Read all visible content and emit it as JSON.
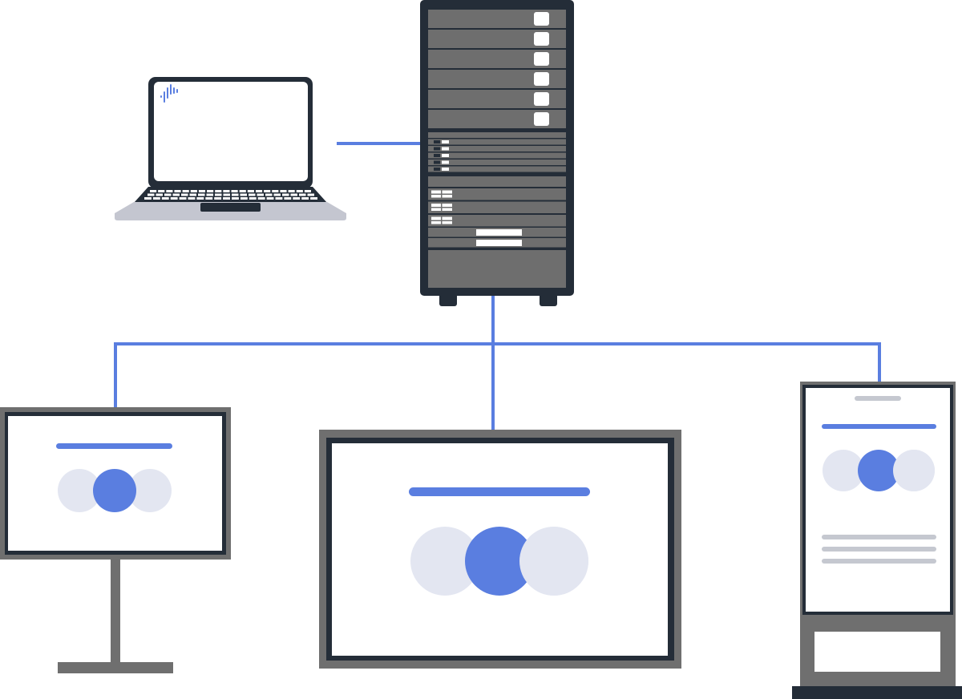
{
  "diagram": {
    "nodes": [
      {
        "id": "laptop",
        "kind": "laptop",
        "icon": "laptop-icon"
      },
      {
        "id": "server",
        "kind": "server-rack",
        "icon": "server-rack-icon"
      },
      {
        "id": "monitor-on-stand",
        "kind": "monitor",
        "icon": "monitor-icon"
      },
      {
        "id": "large-display",
        "kind": "display",
        "icon": "display-icon"
      },
      {
        "id": "kiosk",
        "kind": "kiosk",
        "icon": "kiosk-icon"
      }
    ],
    "connections": [
      {
        "from": "laptop",
        "to": "server"
      },
      {
        "from": "server",
        "to": "monitor-on-stand"
      },
      {
        "from": "server",
        "to": "large-display"
      },
      {
        "from": "server",
        "to": "kiosk"
      }
    ],
    "colors": {
      "connector": "#5a7ee0",
      "frame_dark": "#242d38",
      "frame_gray": "#6f6f6f",
      "panel_gray": "#6e6e6e",
      "circle_light": "#e3e6f1",
      "circle_accent": "#5a7ee0",
      "text_line_gray": "#c5c8d0",
      "laptop_base": "#c4c6d0",
      "white": "#ffffff"
    }
  }
}
